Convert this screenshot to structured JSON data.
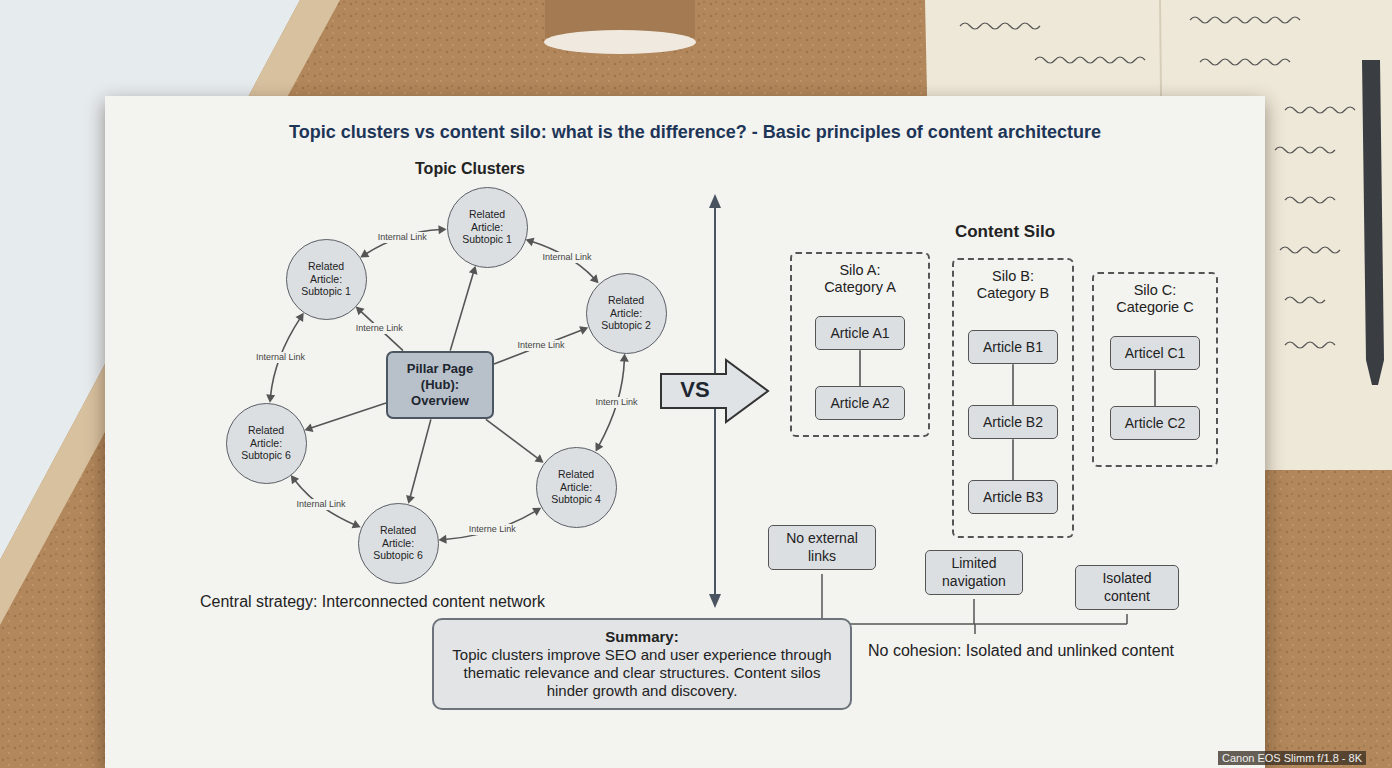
{
  "diagram": {
    "title": "Topic clusters vs content silo: what is the difference? - Basic principles of content architecture",
    "nodes": [
      {
        "text": [
          "Related Article: Subtopic 1"
        ]
      },
      {
        "text": [
          "Related Article: Subtopic 1"
        ]
      },
      {
        "text": [
          "Related Article: Subtopic 2"
        ]
      },
      {
        "text": [
          "Pillar Page (Hub): Overview"
        ]
      },
      {
        "text": [
          "Related Article: Subtopic 6"
        ]
      },
      {
        "text": [
          "Related Article: Subtopic 4"
        ]
      },
      {
        "text": [
          "Related Article: Subtopic 6"
        ]
      },
      {
        "text": [
          "VS"
        ]
      },
      {
        "text": [
          "Silo A: Category A"
        ]
      },
      {
        "text": [
          "Article A1"
        ],
        "in": 8
      },
      {
        "text": [
          "Article A2"
        ],
        "in": 8
      },
      {
        "text": [
          "Silo B: Category B"
        ]
      },
      {
        "text": [
          "Article B1"
        ],
        "in": 11
      },
      {
        "text": [
          "Article B2"
        ],
        "in": 11
      },
      {
        "text": [
          "Article B3"
        ],
        "in": 11
      },
      {
        "text": [
          "Silo C: Categorie C"
        ]
      },
      {
        "text": [
          "Articel C1"
        ],
        "in": 15
      },
      {
        "text": [
          "Article C2"
        ],
        "in": 15
      },
      {
        "text": [
          "No external links"
        ]
      },
      {
        "text": [
          "Limited navigation"
        ]
      },
      {
        "text": [
          "Isolated content"
        ]
      },
      {
        "text": [
          "Summary:",
          "Topic clusters improve SEO and user experience through thematic relevance and clear structures. Content silos hinder growth and discovery."
        ]
      }
    ],
    "edges": [
      {
        "from": 1,
        "to": 0,
        "arrow": "both",
        "label": "Internal Link"
      },
      {
        "from": 0,
        "to": 2,
        "arrow": "both",
        "label": "Internal Link"
      },
      {
        "from": 3,
        "to": 1,
        "arrow": "to",
        "label": "Interne Link"
      },
      {
        "from": 3,
        "to": 2,
        "arrow": "to",
        "label": "Interne Link"
      },
      {
        "from": 3,
        "to": 0,
        "arrow": "to"
      },
      {
        "from": 1,
        "to": 4,
        "arrow": "both",
        "label": "Internal Link"
      },
      {
        "from": 2,
        "to": 5,
        "arrow": "both",
        "label": "Intern Link"
      },
      {
        "from": 3,
        "to": 4,
        "arrow": "to"
      },
      {
        "from": 3,
        "to": 5,
        "arrow": "to"
      },
      {
        "from": 3,
        "to": 6,
        "arrow": "to"
      },
      {
        "from": 4,
        "to": 6,
        "arrow": "both",
        "label": "Internal Link"
      },
      {
        "from": 5,
        "to": 6,
        "arrow": "both",
        "label": "Interne Link"
      },
      {
        "from": 9,
        "to": 10,
        "arrow": "none"
      },
      {
        "from": 12,
        "to": 13,
        "arrow": "none"
      },
      {
        "from": 13,
        "to": 14,
        "arrow": "none"
      },
      {
        "from": 16,
        "to": 17,
        "arrow": "none"
      }
    ],
    "labels": [
      "Topic Clusters",
      "Central strategy: Interconnected content network",
      "Content Silo",
      "No cohesion: Isolated and unlinked content",
      "Canon EOS Slimm f/1.8 - 8K"
    ]
  }
}
